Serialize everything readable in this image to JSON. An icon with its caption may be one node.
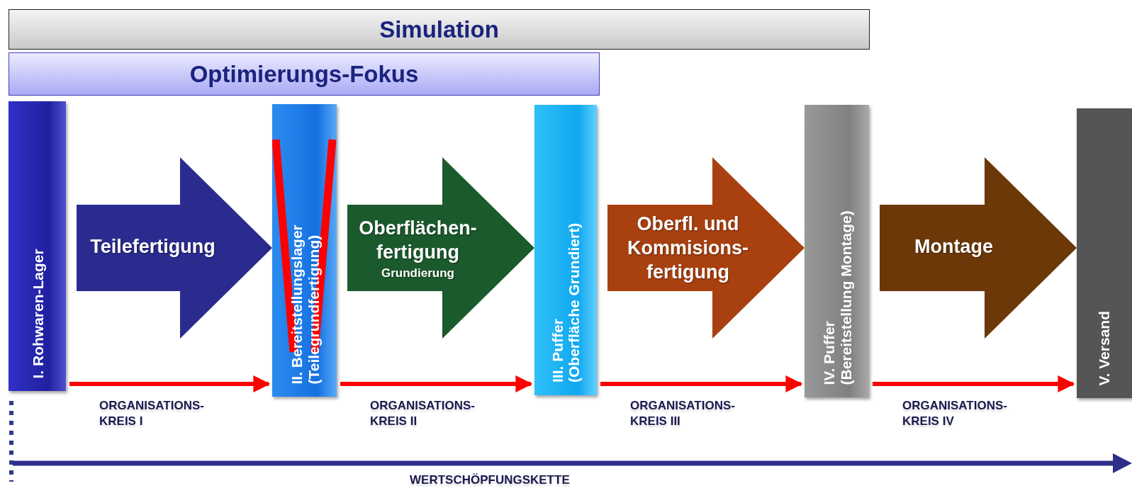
{
  "diagram": {
    "nodes": [
      {
        "text": [
          "Simulation"
        ]
      },
      {
        "text": [
          "Optimierungs-Fokus"
        ]
      },
      {
        "text": [
          "I. Rohwaren-Lager"
        ]
      },
      {
        "text": [
          "II. Bereitstellungslager",
          "(Teilegrundfertigung)"
        ]
      },
      {
        "text": [
          "III. Puffer",
          "(Oberfläche Grundiert)"
        ]
      },
      {
        "text": [
          "IV. Puffer",
          "(Bereitstellung Montage)"
        ]
      },
      {
        "text": [
          "V. Versand"
        ]
      },
      {
        "text": [
          "Teilefertigung"
        ]
      },
      {
        "text": [
          "Oberflächen- fertigung",
          "Grundierung"
        ]
      },
      {
        "text": [
          "Oberfl. und Kommisions- fertigung"
        ]
      },
      {
        "text": [
          "Montage"
        ]
      }
    ],
    "edges": [
      {
        "from": 2,
        "to": 3,
        "arrow": "to",
        "label": "ORGANISATIONS- KREIS I"
      },
      {
        "from": 3,
        "to": 4,
        "arrow": "to",
        "label": "ORGANISATIONS- KREIS II"
      },
      {
        "from": 4,
        "to": 5,
        "arrow": "to",
        "label": "ORGANISATIONS- KREIS III"
      },
      {
        "from": 5,
        "to": 6,
        "arrow": "to",
        "label": "ORGANISATIONS- KREIS IV"
      },
      {
        "from": 2,
        "to": 3,
        "arrow": "to",
        "style": "thick",
        "color": "#2b2b8f"
      },
      {
        "from": 3,
        "to": 4,
        "arrow": "to",
        "style": "thick",
        "color": "#1b5a2c"
      },
      {
        "from": 4,
        "to": 5,
        "arrow": "to",
        "style": "thick",
        "color": "#a8400f"
      },
      {
        "from": 5,
        "to": 6,
        "arrow": "to",
        "style": "thick",
        "color": "#6c3808"
      }
    ],
    "labels": [
      "WERTSCHÖPFUNGSKETTE"
    ]
  }
}
